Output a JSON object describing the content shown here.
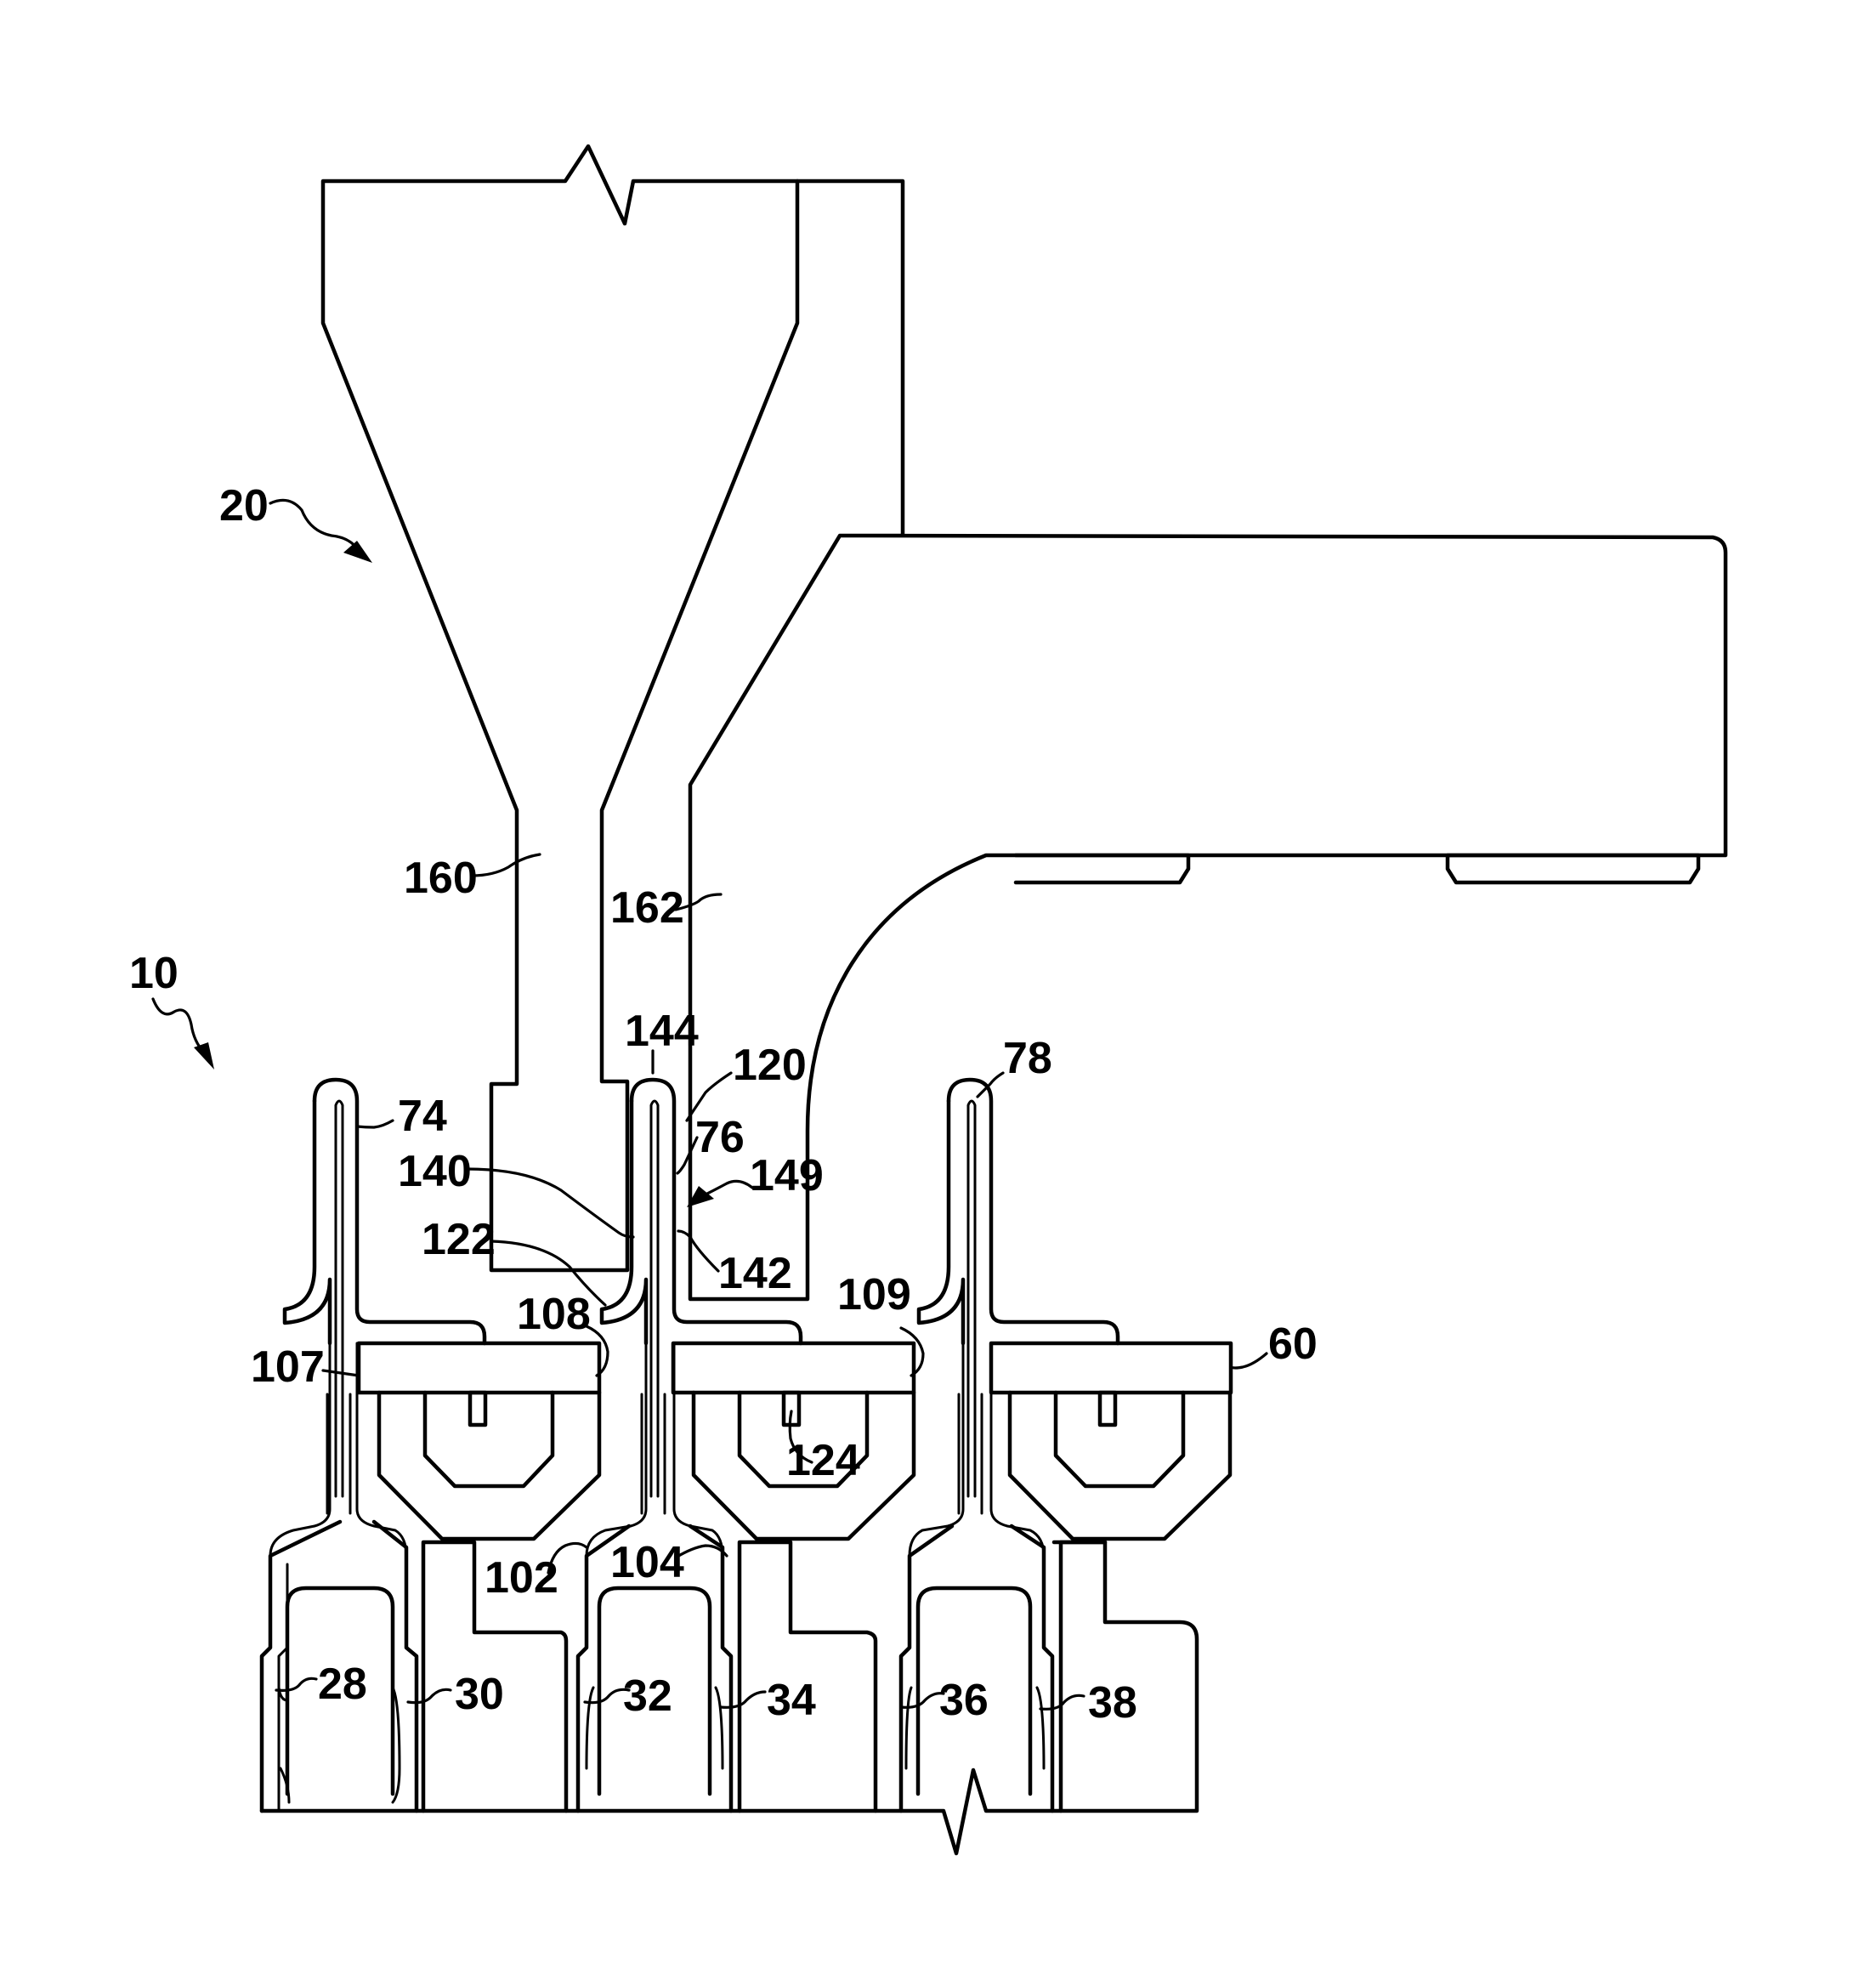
{
  "labels": {
    "ref_20": "20",
    "ref_10": "10",
    "ref_160": "160",
    "ref_162": "162",
    "ref_144": "144",
    "ref_120": "120",
    "ref_76": "76",
    "ref_149": "149",
    "ref_140": "140",
    "ref_122": "122",
    "ref_142": "142",
    "ref_74": "74",
    "ref_78": "78",
    "ref_108": "108",
    "ref_109": "109",
    "ref_107": "107",
    "ref_60": "60",
    "ref_124": "124",
    "ref_102": "102",
    "ref_104": "104",
    "ref_28": "28",
    "ref_30": "30",
    "ref_32": "32",
    "ref_34": "34",
    "ref_36": "36",
    "ref_38": "38"
  }
}
